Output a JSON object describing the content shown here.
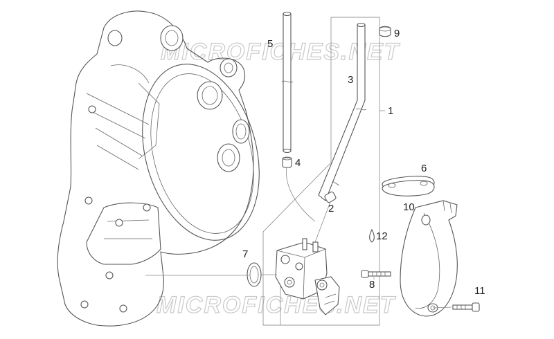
{
  "watermark": "MICROFICHES.NET",
  "callouts": [
    "1",
    "2",
    "3",
    "4",
    "5",
    "6",
    "7",
    "8",
    "9",
    "10",
    "11",
    "12"
  ]
}
